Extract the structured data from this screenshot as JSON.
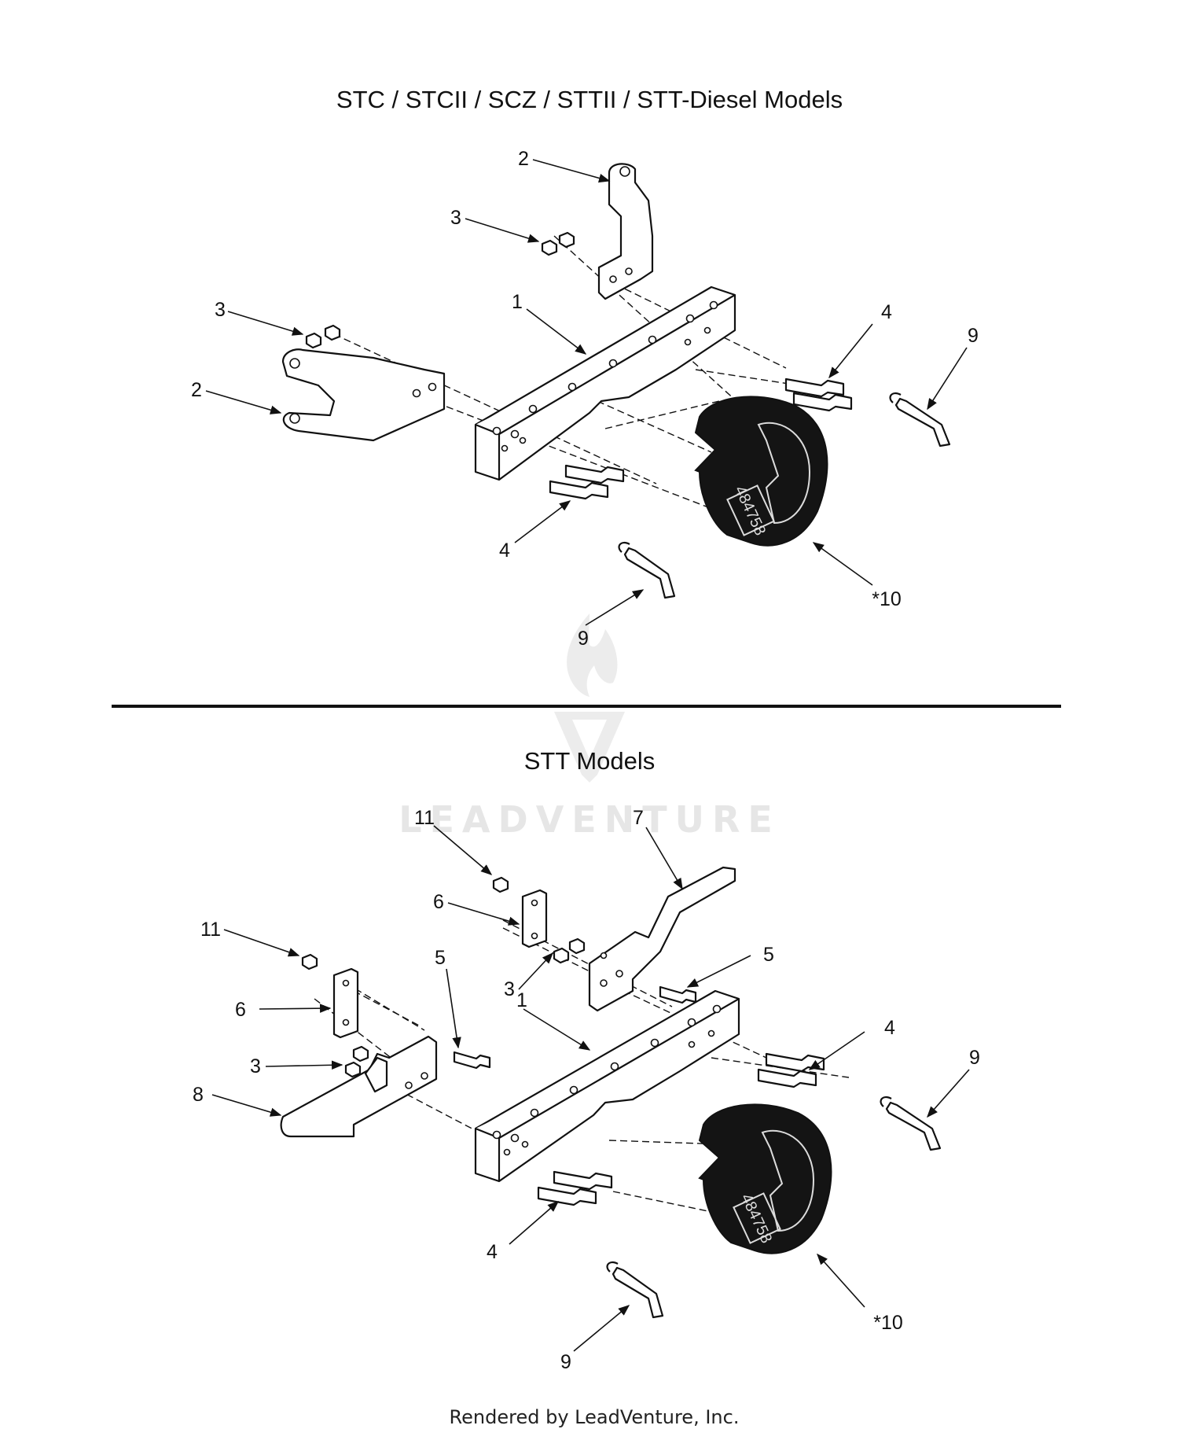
{
  "diagram": {
    "top_section": {
      "title": "STC / STCII / SCZ / STTII / STT-Diesel Models",
      "callouts": {
        "bracket_top": "2",
        "bracket_left": "2",
        "nuts_top": "3",
        "nuts_left": "3",
        "weight_bracket": "1",
        "bolts_right": "4",
        "bolts_bottom": "4",
        "pin_right": "9",
        "pin_bottom": "9",
        "weight": "*10"
      },
      "weight_stamp": "484758"
    },
    "bottom_section": {
      "title": "STT Models",
      "callouts": {
        "nut_top": "11",
        "nut_left": "11",
        "arm_top": "7",
        "plate_top": "6",
        "plate_left": "6",
        "bolt_top": "5",
        "bolt_left": "5",
        "nuts_center": "3",
        "nuts_left": "3",
        "weight_bracket": "1",
        "arm_left": "8",
        "bolts_right": "4",
        "bolts_bottom": "4",
        "pin_right": "9",
        "pin_bottom": "9",
        "weight": "*10"
      },
      "weight_stamp": "484758"
    },
    "watermark": "LEADVENTURE",
    "footer": "Rendered by LeadVenture, Inc."
  }
}
